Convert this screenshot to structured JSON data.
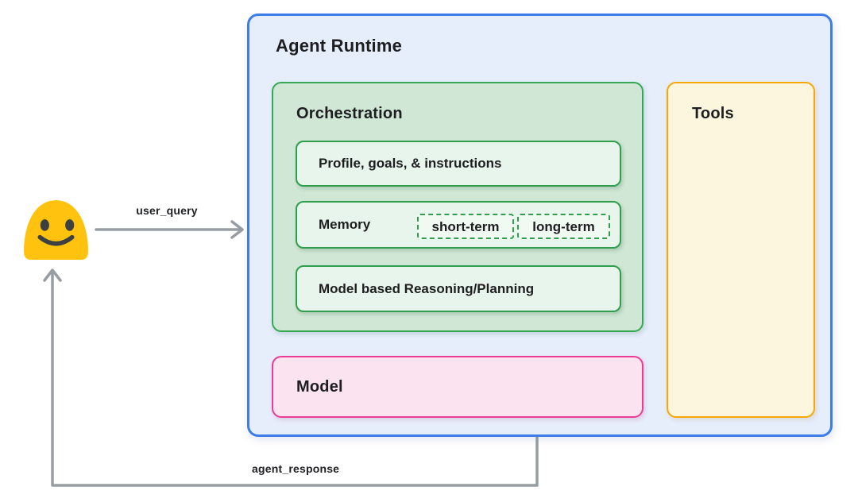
{
  "runtime": {
    "title": "Agent Runtime"
  },
  "orchestration": {
    "title": "Orchestration",
    "rows": [
      {
        "label": "Profile, goals, & instructions"
      },
      {
        "label": "Memory",
        "chips": [
          "short-term",
          "long-term"
        ]
      },
      {
        "label": "Model based Reasoning/Planning"
      }
    ]
  },
  "model": {
    "title": "Model"
  },
  "tools": {
    "title": "Tools"
  },
  "arrows": {
    "user_query_label": "user_query",
    "agent_response_label": "agent_response"
  },
  "icons": {
    "user": "smiley-blob-emoji"
  },
  "colors": {
    "runtime_border": "#3c7de9",
    "runtime_fill": "#e6eefc",
    "orchestration_border": "#34a853",
    "orchestration_fill": "#cfe7d4",
    "sub_box_fill": "#e8f5ec",
    "model_border": "#ec3a95",
    "model_fill": "#fbe3f0",
    "tools_border": "#f7a805",
    "tools_fill": "#fdf6df",
    "arrow_gray": "#979da2",
    "emoji_yellow": "#ffc20e",
    "text": "#1d1e20"
  }
}
